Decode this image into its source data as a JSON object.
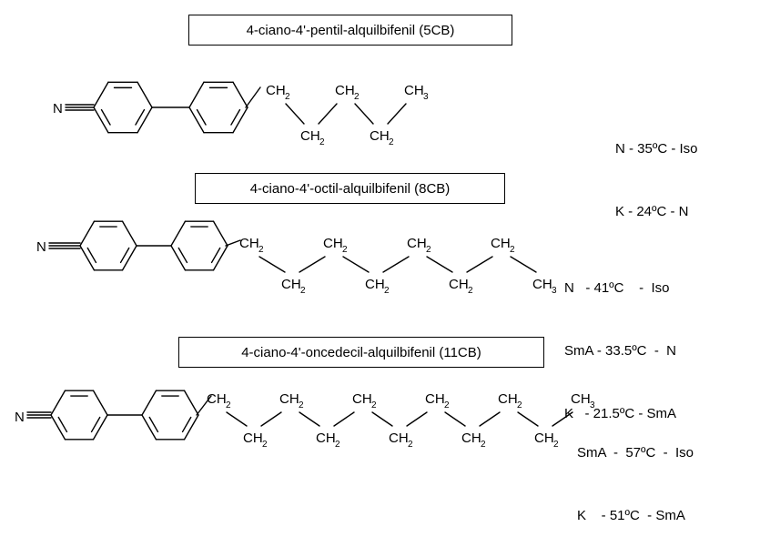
{
  "molecules": [
    {
      "label": "4-ciano-4'-pentil-alquilbifenil (5CB)",
      "nitrile_atom": "N",
      "chain": [
        {
          "group": "CH",
          "sub": "2"
        },
        {
          "group": "CH",
          "sub": "2"
        },
        {
          "group": "CH",
          "sub": "2"
        },
        {
          "group": "CH",
          "sub": "2"
        },
        {
          "group": "CH",
          "sub": "3"
        }
      ],
      "transitions": [
        "N - 35ºC - Iso",
        "K - 24ºC - N"
      ]
    },
    {
      "label": "4-ciano-4'-octil-alquilbifenil (8CB)",
      "nitrile_atom": "N",
      "chain": [
        {
          "group": "CH",
          "sub": "2"
        },
        {
          "group": "CH",
          "sub": "2"
        },
        {
          "group": "CH",
          "sub": "2"
        },
        {
          "group": "CH",
          "sub": "2"
        },
        {
          "group": "CH",
          "sub": "2"
        },
        {
          "group": "CH",
          "sub": "2"
        },
        {
          "group": "CH",
          "sub": "2"
        },
        {
          "group": "CH",
          "sub": "3"
        }
      ],
      "transitions": [
        "N   - 41ºC    -  Iso",
        "SmA - 33.5ºC  -  N",
        "K   - 21.5ºC - SmA"
      ]
    },
    {
      "label": "4-ciano-4'-oncedecil-alquilbifenil (11CB)",
      "nitrile_atom": "N",
      "chain": [
        {
          "group": "CH",
          "sub": "2"
        },
        {
          "group": "CH",
          "sub": "2"
        },
        {
          "group": "CH",
          "sub": "2"
        },
        {
          "group": "CH",
          "sub": "2"
        },
        {
          "group": "CH",
          "sub": "2"
        },
        {
          "group": "CH",
          "sub": "2"
        },
        {
          "group": "CH",
          "sub": "2"
        },
        {
          "group": "CH",
          "sub": "2"
        },
        {
          "group": "CH",
          "sub": "2"
        },
        {
          "group": "CH",
          "sub": "2"
        },
        {
          "group": "CH",
          "sub": "3"
        }
      ],
      "transitions": [
        "SmA  -  57ºC  -  Iso",
        "K    - 51ºC  - SmA"
      ]
    }
  ]
}
